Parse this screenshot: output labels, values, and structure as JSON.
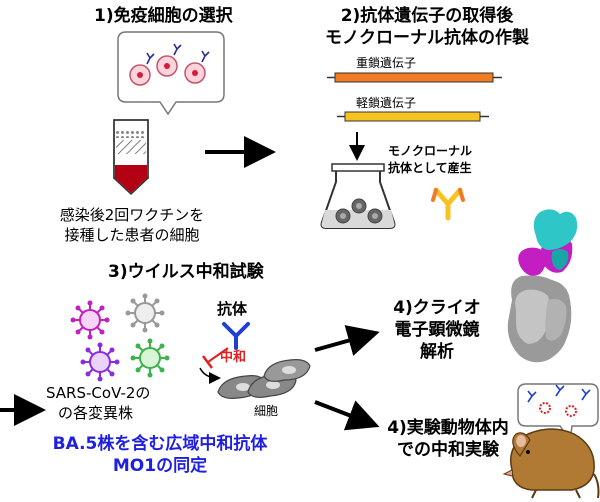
{
  "steps": {
    "s1": "1)免疫細胞の選択",
    "s2_line1": "2)抗体遺伝子の取得後",
    "s2_line2": "モノクローナル抗体の作製",
    "s3": "3)ウイルス中和試験",
    "s4a_line1": "4)クライオ",
    "s4a_line2": "電子顕微鏡",
    "s4a_line3": "解析",
    "s4b_line1": "4)実験動物体内",
    "s4b_line2": "での中和実験"
  },
  "labels": {
    "patient_line1": "感染後2回ワクチンを",
    "patient_line2": "接種した患者の細胞",
    "heavy_gene": "重鎖遺伝子",
    "light_gene": "軽鎖遺伝子",
    "mono_line1": "モノクローナル",
    "mono_line2": "抗体として産生",
    "antibody": "抗体",
    "neutralize": "中和",
    "cell": "細胞",
    "virus_line1": "SARS-CoV-2の",
    "virus_line2": "の各変異株"
  },
  "result": {
    "line1": "BA.5株を含む広域中和抗体",
    "line2": "MO1の同定"
  },
  "colors": {
    "heavy_chain": "#f07b22",
    "light_chain": "#f7c322",
    "result_text": "#1f1fe0",
    "neutralize": "#e02020",
    "blood": "#b30012",
    "spike_cyan": "#2ec6c6",
    "spike_magenta": "#c21ec2",
    "mouse": "#b07a35"
  }
}
